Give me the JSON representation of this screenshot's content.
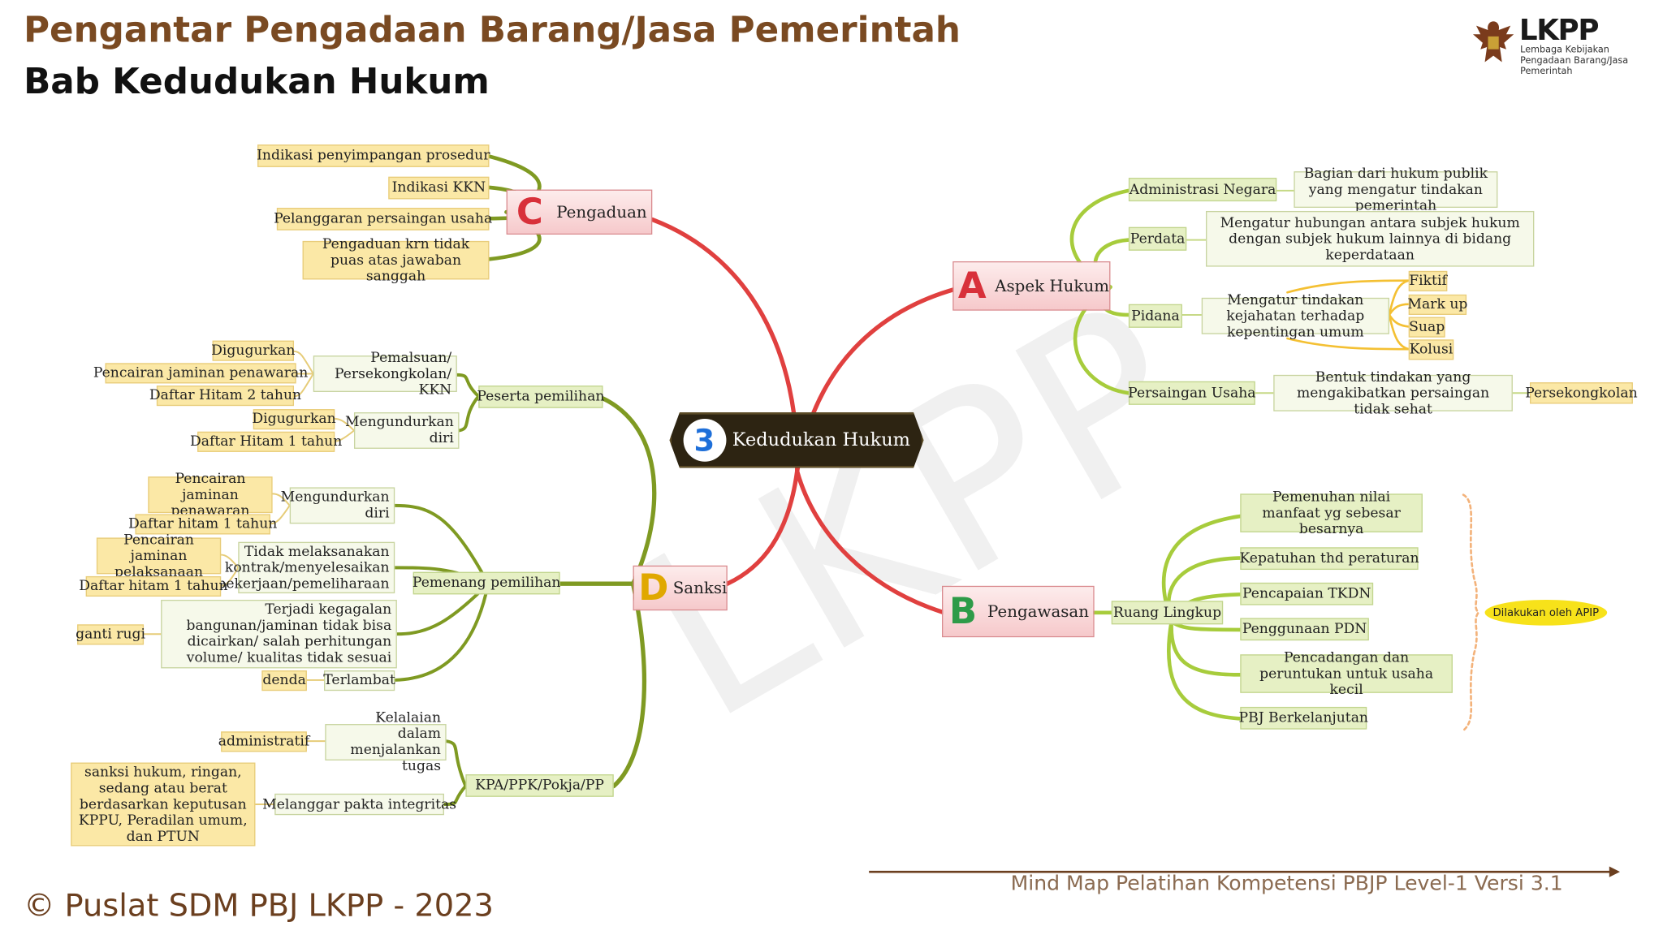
{
  "header": {
    "title": "Pengantar Pengadaan Barang/Jasa Pemerintah",
    "subtitle": "Bab Kedudukan Hukum"
  },
  "logo": {
    "word": "LKPP",
    "sub_line1": "Lembaga Kebijakan",
    "sub_line2": "Pengadaan Barang/Jasa Pemerintah",
    "icon": "garuda-emblem-icon"
  },
  "watermark": "LKPP",
  "footer": {
    "copyright": "© Puslat SDM PBJ LKPP - 2023",
    "caption": "Mind Map Pelatihan Kompetensi PBJP Level-1 Versi 3.1"
  },
  "colors": {
    "title": "#7a4a22",
    "red_branch": "#e0403f",
    "green_branch": "#a7cc3c",
    "olive_branch": "#7f9a22",
    "leaf_yellow": "#fbe8a6",
    "leaf_green": "#e6f0c4",
    "center_node": "#2d2412",
    "apip": "#f7e21a"
  },
  "mindmap": {
    "center": {
      "number": "3",
      "label": "Kedudukan Hukum"
    },
    "a": {
      "letter": "A",
      "label": "Aspek Hukum",
      "administrasi": {
        "label": "Administrasi Negara",
        "desc": "Bagian dari hukum publik yang mengatur tindakan pemerintah"
      },
      "perdata": {
        "label": "Perdata",
        "desc": "Mengatur hubungan antara subjek hukum dengan subjek hukum lainnya di bidang keperdataan"
      },
      "pidana": {
        "label": "Pidana",
        "desc": "Mengatur tindakan kejahatan terhadap kepentingan umum",
        "items": [
          "Fiktif",
          "Mark up",
          "Suap",
          "Kolusi"
        ]
      },
      "persaingan": {
        "label": "Persaingan Usaha",
        "desc": "Bentuk tindakan yang mengakibatkan persaingan tidak sehat",
        "leaf": "Persekongkolan"
      }
    },
    "b": {
      "letter": "B",
      "label": "Pengawasan",
      "ruang": "Ruang Lingkup",
      "items": [
        "Pemenuhan nilai manfaat yg sebesar besarnya",
        "Kepatuhan thd peraturan",
        "Pencapaian TKDN",
        "Penggunaan PDN",
        "Pencadangan dan peruntukan untuk usaha kecil",
        "PBJ Berkelanjutan"
      ],
      "apip": "Dilakukan oleh APIP"
    },
    "c": {
      "letter": "C",
      "label": "Pengaduan",
      "items": [
        "Indikasi penyimpangan prosedur",
        "Indikasi KKN",
        "Pelanggaran persaingan usaha",
        "Pengaduan krn tidak puas atas jawaban sanggah"
      ]
    },
    "d": {
      "letter": "D",
      "label": "Sanksi",
      "peserta": {
        "label": "Peserta pemilihan",
        "pemalsuan": {
          "label": "Pemalsuan/ Persekongkolan/ KKN",
          "leaves": [
            "Digugurkan",
            "Pencairan jaminan penawaran",
            "Daftar Hitam 2 tahun"
          ]
        },
        "mundur": {
          "label": "Mengundurkan diri",
          "leaves": [
            "Digugurkan",
            "Daftar Hitam 1 tahun"
          ]
        }
      },
      "pemenang": {
        "label": "Pemenang pemilihan",
        "mundur": {
          "label": "Mengundurkan diri",
          "leaves": [
            "Pencairan jaminan penawaran",
            "Daftar hitam 1 tahun"
          ]
        },
        "tidak": {
          "label": "Tidak melaksanakan kontrak/menyelesaikan pekerjaan/pemeliharaan",
          "leaves": [
            "Pencairan jaminan pelaksanaan",
            "Daftar hitam 1 tahun"
          ]
        },
        "gagal": {
          "label": "Terjadi kegagalan bangunan/jaminan tidak bisa dicairkan/ salah perhitungan volume/ kualitas tidak sesuai",
          "leaf": "ganti rugi"
        },
        "terlambat": {
          "label": "Terlambat",
          "leaf": "denda"
        }
      },
      "kpa": {
        "label": "KPA/PPK/Pokja/PP",
        "kelalaian": {
          "label": "Kelalaian dalam menjalankan tugas",
          "leaf": "administratif"
        },
        "pakta": {
          "label": "Melanggar pakta integritas",
          "leaf": "sanksi hukum, ringan, sedang atau berat berdasarkan keputusan KPPU, Peradilan umum, dan PTUN"
        }
      }
    }
  }
}
